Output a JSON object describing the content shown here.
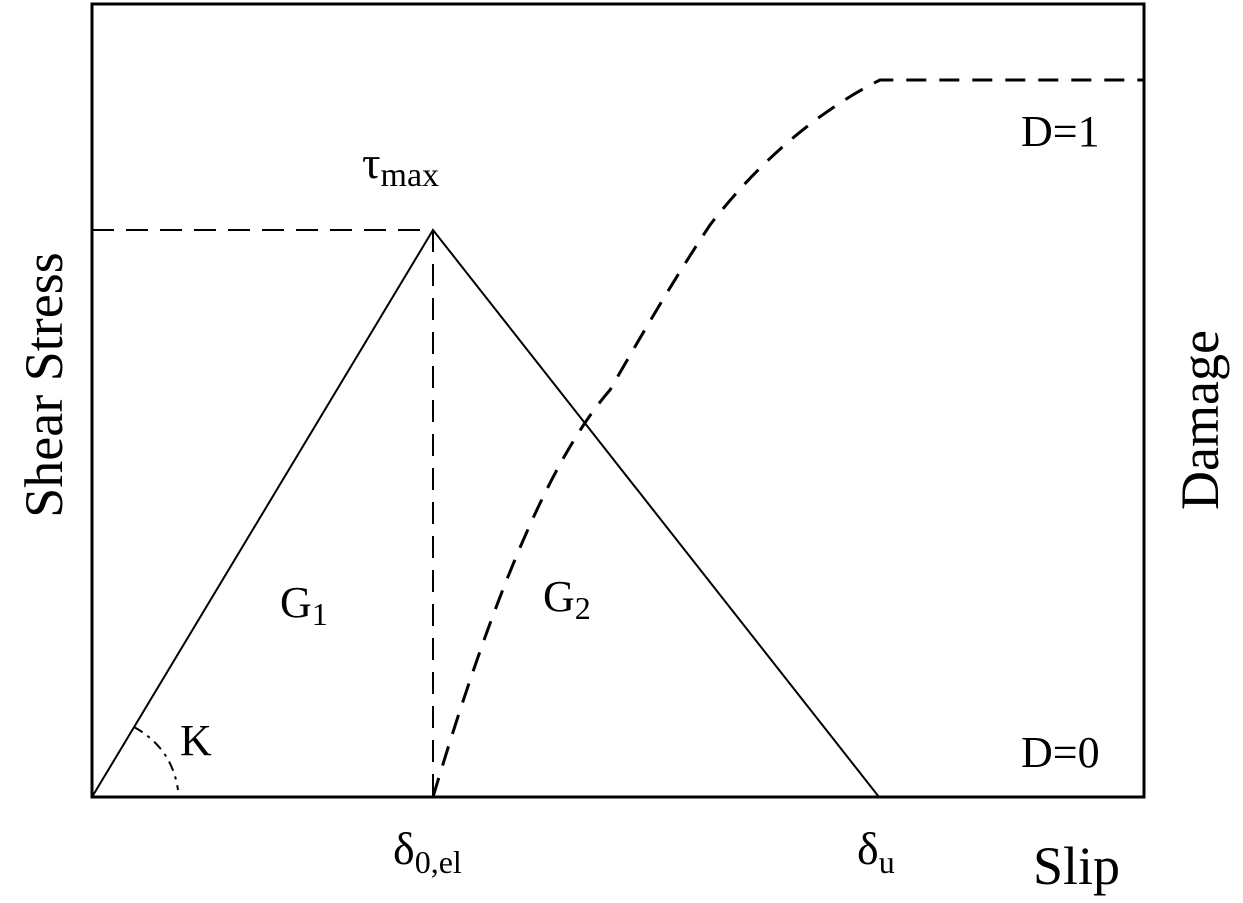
{
  "axes": {
    "x_label": "Slip",
    "y_left_label": "Shear Stress",
    "y_right_label": "Damage"
  },
  "peak": {
    "symbol": "τ",
    "subscript": "max"
  },
  "slip_marks": {
    "elastic": {
      "symbol": "δ",
      "subscript": "0,el"
    },
    "ultimate": {
      "symbol": "δ",
      "subscript": "u"
    }
  },
  "regions": {
    "g1": {
      "symbol": "G",
      "subscript": "1"
    },
    "g2": {
      "symbol": "G",
      "subscript": "2"
    }
  },
  "stiffness_label": "K",
  "damage_levels": {
    "top": "D=1",
    "bottom": "D=0"
  },
  "colors": {
    "line": "#000000",
    "background": "#ffffff"
  }
}
